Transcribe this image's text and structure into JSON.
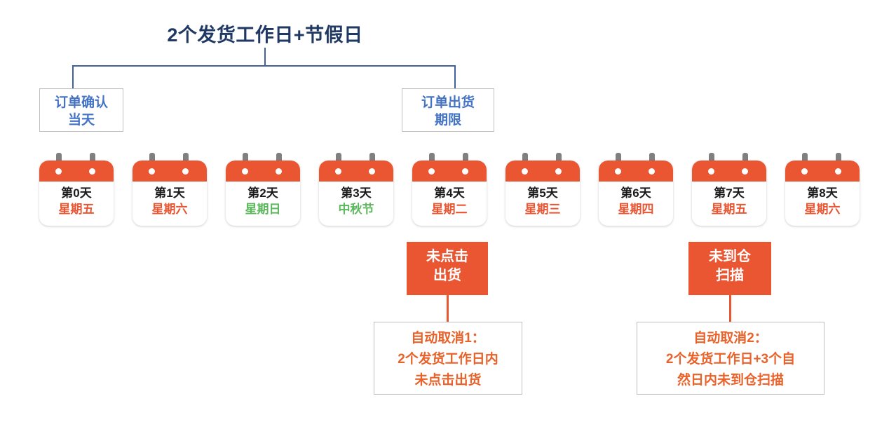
{
  "title": "2个发货工作日+节假日",
  "phase_labels": [
    {
      "name": "order-confirm",
      "line1": "订单确认",
      "line2": "当天"
    },
    {
      "name": "order-ship-deadline",
      "line1": "订单出货",
      "line2": "期限"
    }
  ],
  "calendar": [
    {
      "day": "第0天",
      "weekday": "星期五",
      "weekday_color": "#ea5532",
      "type": "orange"
    },
    {
      "day": "第1天",
      "weekday": "星期六",
      "weekday_color": "#ea5532",
      "type": "orange"
    },
    {
      "day": "第2天",
      "weekday": "星期日",
      "weekday_color": "#5cb85c",
      "type": "green"
    },
    {
      "day": "第3天",
      "weekday": "中秋节",
      "weekday_color": "#5cb85c",
      "type": "green"
    },
    {
      "day": "第4天",
      "weekday": "星期二",
      "weekday_color": "#ea5532",
      "type": "orange"
    },
    {
      "day": "第5天",
      "weekday": "星期三",
      "weekday_color": "#ea5532",
      "type": "orange"
    },
    {
      "day": "第6天",
      "weekday": "星期四",
      "weekday_color": "#ea5532",
      "type": "orange"
    },
    {
      "day": "第7天",
      "weekday": "星期五",
      "weekday_color": "#ea5532",
      "type": "orange"
    },
    {
      "day": "第8天",
      "weekday": "星期六",
      "weekday_color": "#ea5532",
      "type": "orange"
    }
  ],
  "flags": [
    {
      "name": "no-click-ship",
      "line1": "未点击",
      "line2": "出货"
    },
    {
      "name": "no-warehouse-scan",
      "line1": "未到仓",
      "line2": "扫描"
    }
  ],
  "notes": [
    {
      "name": "auto-cancel-1",
      "line1": "自动取消1：",
      "line2": "2个发货工作日内",
      "line3": "未点击出货"
    },
    {
      "name": "auto-cancel-2",
      "line1": "自动取消2：",
      "line2": "2个发货工作日+3个自",
      "line3": "然日内未到仓扫描"
    }
  ],
  "colors": {
    "title_navy": "#1f3864",
    "bracket_blue": "#43619c",
    "label_blue": "#4472c4",
    "accent_orange": "#ea5532",
    "note_orange": "#e8622a",
    "holiday_green": "#5cb85c",
    "box_border_gray": "#bfbfbf",
    "calendar_post_gray": "#808080"
  }
}
